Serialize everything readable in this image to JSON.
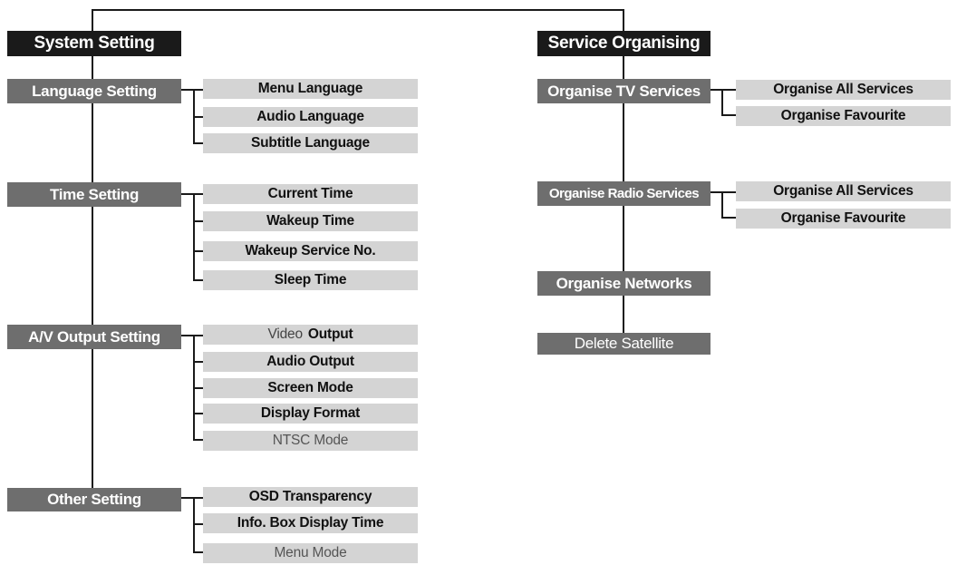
{
  "system": {
    "title": "System Setting",
    "language": {
      "label": "Language Setting",
      "items": [
        "Menu Language",
        "Audio Language",
        "Subtitle Language"
      ]
    },
    "time": {
      "label": "Time Setting",
      "items": [
        "Current Time",
        "Wakeup Time",
        "Wakeup Service No.",
        "Sleep Time"
      ]
    },
    "av": {
      "label": "A/V Output Setting",
      "video_output": {
        "prefix": "Video",
        "suffix": "Output"
      },
      "items": [
        "Audio Output",
        "Screen Mode",
        "Display Format",
        "NTSC Mode"
      ]
    },
    "other": {
      "label": "Other Setting",
      "items": [
        "OSD Transparency",
        "Info. Box Display Time",
        "Menu Mode"
      ]
    }
  },
  "service": {
    "title": "Service Organising",
    "tv": {
      "label": "Organise TV Services",
      "items": [
        "Organise All Services",
        "Organise Favourite"
      ]
    },
    "radio": {
      "label": "Organise Radio Services",
      "items": [
        "Organise All Services",
        "Organise Favourite"
      ]
    },
    "networks": {
      "label": "Organise Networks"
    },
    "delete_satellite": {
      "label": "Delete Satellite"
    }
  }
}
